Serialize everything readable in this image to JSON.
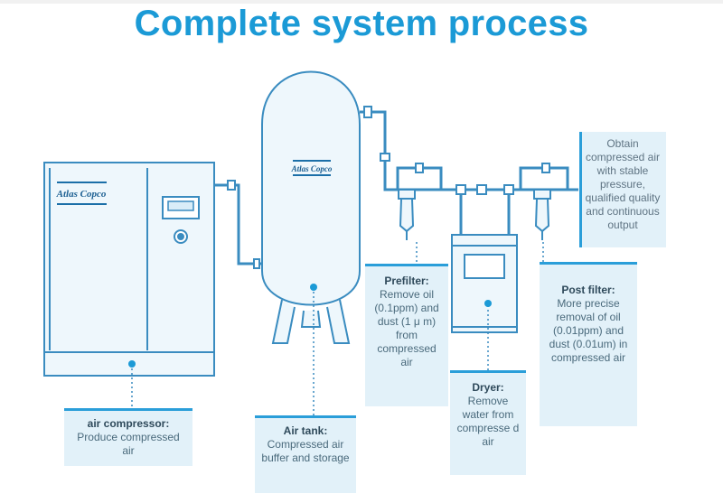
{
  "title": "Complete system process",
  "brand": "Atlas Copco",
  "obtain_text": "Obtain compressed air with stable pressure, qualified quality and continuous output",
  "callouts": {
    "compressor": {
      "title": "air compressor:",
      "desc": "Produce compressed air"
    },
    "tank": {
      "title": "Air tank:",
      "desc": "Compressed air buffer and storage"
    },
    "prefilter": {
      "title": "Prefilter:",
      "desc": "Remove oil (0.1ppm) and dust (1 μ m) from compressed air"
    },
    "dryer": {
      "title": "Dryer:",
      "desc": "Remove water from compresse d air"
    },
    "postfilter": {
      "title": "Post filter:",
      "desc": "More precise removal of oil (0.01ppm) and dust (0.01um) in compressed air"
    }
  },
  "colors": {
    "accent": "#1b9ad6",
    "line": "#3a8cc0",
    "equipment_fill": "#eef7fc",
    "callout_bg": "#e2f1f9"
  }
}
